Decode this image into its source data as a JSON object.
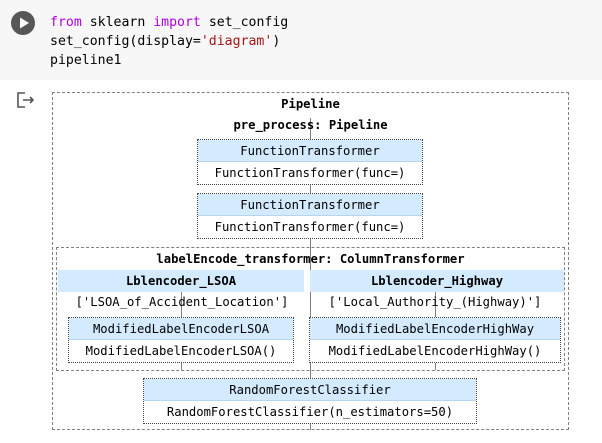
{
  "cell": {
    "code_line1": {
      "kw1": "from",
      "mid": " sklearn ",
      "kw2": "import",
      "rest": " set_config"
    },
    "code_line2": {
      "pre": "set_config(display=",
      "str": "'diagram'",
      "post": ")"
    },
    "code_line3": "pipeline1",
    "icons": {
      "run": "play-icon",
      "output": "output-arrow-icon"
    }
  },
  "diagram": {
    "pipeline_title": "Pipeline",
    "preprocess_title": "pre_process: Pipeline",
    "ft1": {
      "name": "FunctionTransformer",
      "params": "FunctionTransformer(func=)"
    },
    "ft2": {
      "name": "FunctionTransformer",
      "params": "FunctionTransformer(func=)"
    },
    "column_transformer_title": "labelEncode_transformer: ColumnTransformer",
    "branch_left": {
      "label": "Lblencoder_LSOA",
      "columns": "['LSOA_of_Accident_Location']",
      "name": "ModifiedLabelEncoderLSOA",
      "params": "ModifiedLabelEncoderLSOA()"
    },
    "branch_right": {
      "label": "Lblencoder_Highway",
      "columns": "['Local_Authority_(Highway)']",
      "name": "ModifiedLabelEncoderHighWay",
      "params": "ModifiedLabelEncoderHighWay()"
    },
    "classifier": {
      "name": "RandomForestClassifier",
      "params": "RandomForestClassifier(n_estimators=50)"
    }
  },
  "colors": {
    "estimator_header": "#d4ebff",
    "cell_bg": "#f7f7f7",
    "keyword": "#af00db",
    "string": "#a31515"
  }
}
